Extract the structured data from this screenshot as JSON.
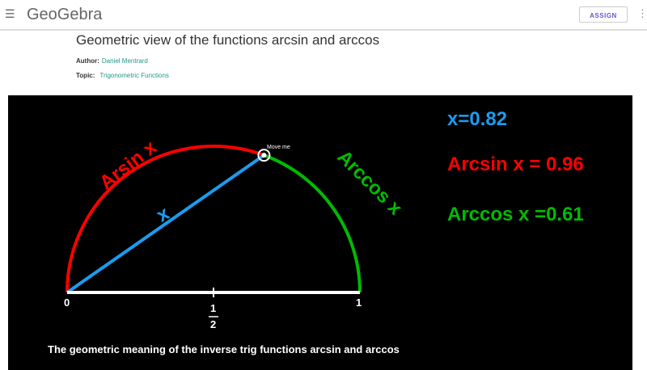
{
  "header": {
    "logo": "GeoGebra",
    "assign": "ASSIGN"
  },
  "title": "Geometric view of the functions arcsin and arccos",
  "author_label": "Author:",
  "author": "Daniel Mentrard",
  "topic_label": "Topic:",
  "topic": "Trigonometric Functions",
  "applet": {
    "x_readout": "x=0.82",
    "arcsin_readout": "Arcsin x = 0.96",
    "arccos_readout": "Arccos x =0.61",
    "arc_arcsin_label": "Arsin x",
    "arc_arccos_label": "Arccos x",
    "segment_label": "x",
    "point_label": "Move me",
    "tick_0": "0",
    "tick_half_num": "1",
    "tick_half_den": "2",
    "tick_1": "1",
    "x_value": 0.82,
    "colors": {
      "x": "#1a9cf0",
      "arcsin": "#ff0000",
      "arccos": "#00bb00"
    }
  },
  "description": "The geometric meaning of the inverse trig functions arcsin and arccos"
}
